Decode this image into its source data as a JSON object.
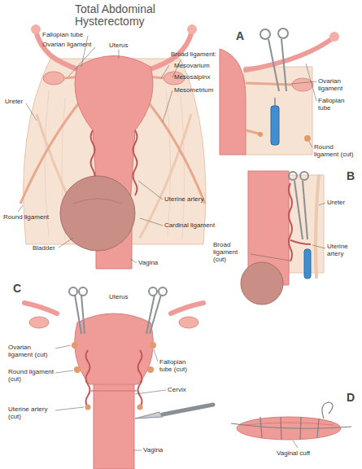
{
  "diagram": {
    "title": "Total Abdominal Hysterectomy",
    "labels": [
      "Fallopian tube",
      "Ovarian ligament",
      "Uterus",
      "Broad ligament:",
      "Mesovarium",
      "Mesosalpinx",
      "Mesometrium",
      "Ureter",
      "Uterine artery",
      "Round ligament",
      "Cardinal ligament",
      "Bladder",
      "Vagina",
      "A",
      "Ovarian ligament",
      "Fallopian tube",
      "Round ligament (cut)",
      "B",
      "Ureter",
      "Broad ligament (cut)",
      "Uterine artery",
      "C",
      "Uterus",
      "Ovarian ligament (cut)",
      "Fallopian tube (cut)",
      "Round ligament (cut)",
      "Cervix",
      "Uterine artery (cut)",
      "Vagina",
      "D",
      "Vaginal cuff"
    ]
  }
}
